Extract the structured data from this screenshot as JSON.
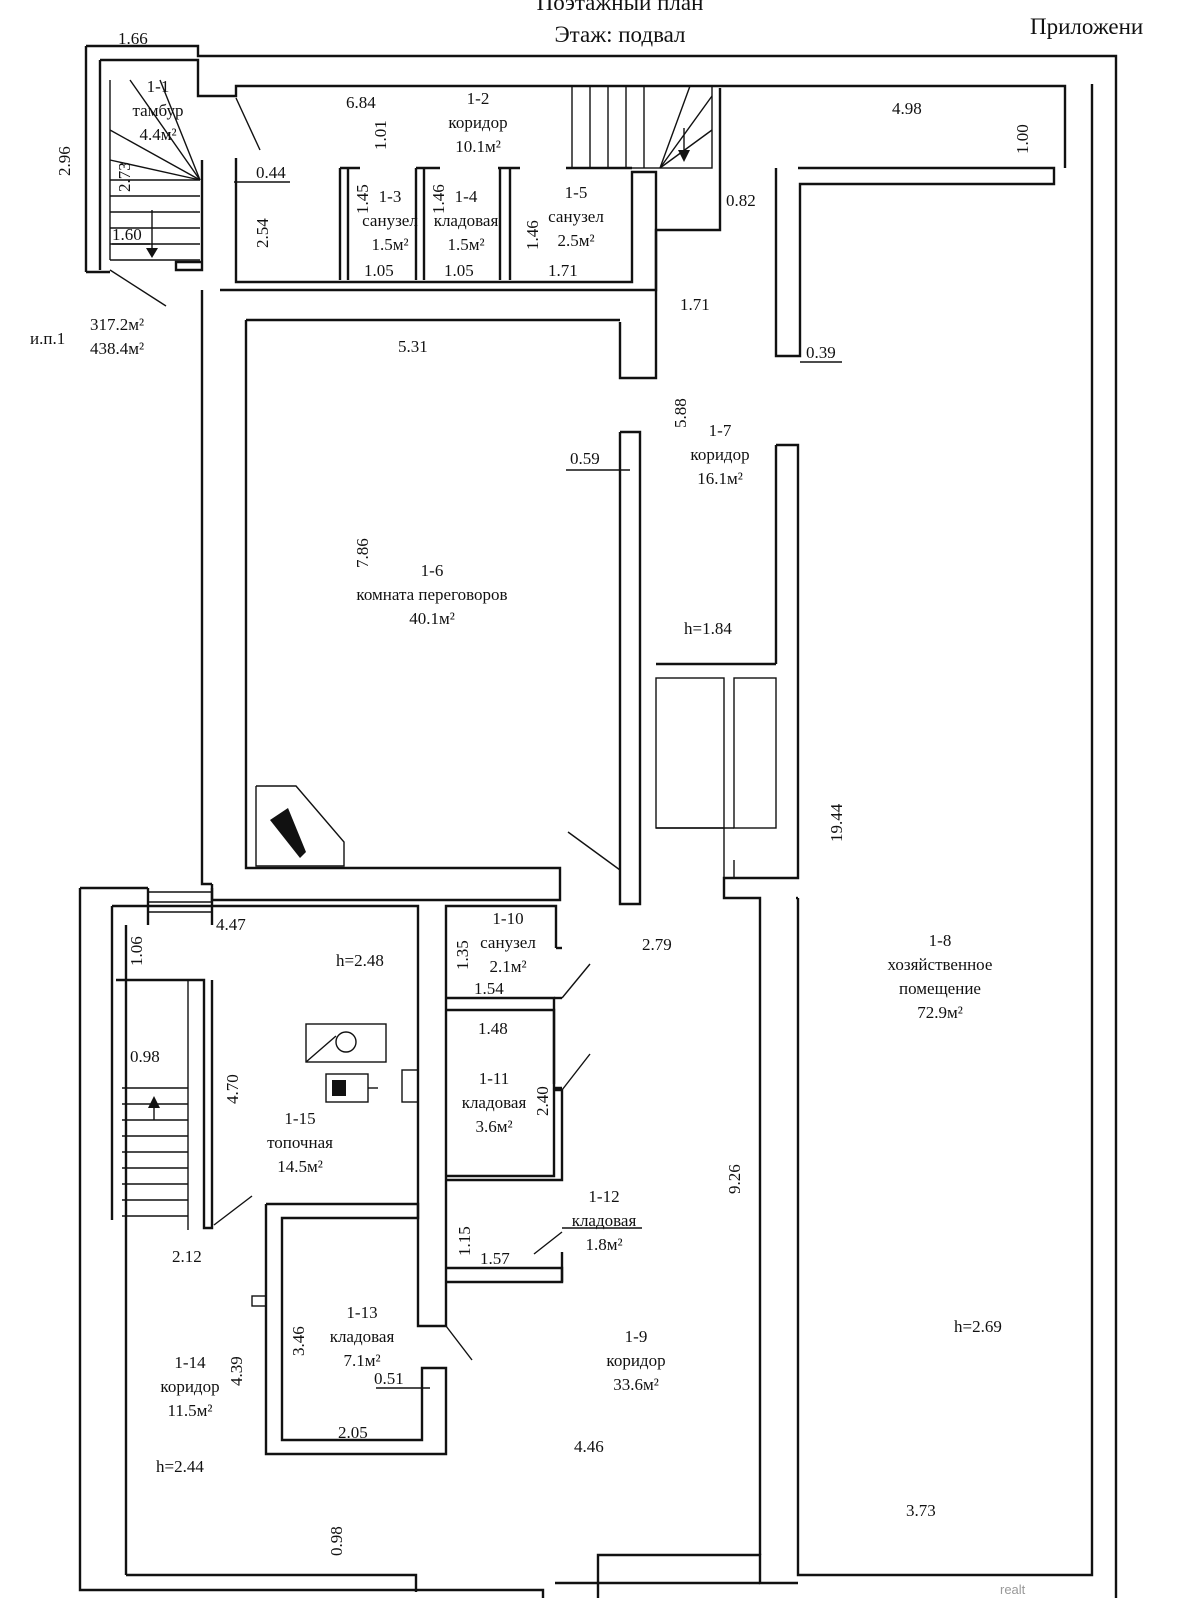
{
  "header": {
    "title": "Поэтажный план",
    "floor": "Этаж: подвал",
    "appendix": "Приложени"
  },
  "summary": {
    "ip": "и.п.1",
    "area1": "317.2м²",
    "area2": "438.4м²"
  },
  "rooms": [
    {
      "num": "1-1",
      "name": "тамбур",
      "area": "4.4м²"
    },
    {
      "num": "1-2",
      "name": "коридор",
      "area": "10.1м²"
    },
    {
      "num": "1-3",
      "name": "санузел",
      "area": "1.5м²"
    },
    {
      "num": "1-4",
      "name": "кладовая",
      "area": "1.5м²"
    },
    {
      "num": "1-5",
      "name": "санузел",
      "area": "2.5м²"
    },
    {
      "num": "1-6",
      "name": "комната переговоров",
      "area": "40.1м²"
    },
    {
      "num": "1-7",
      "name": "коридор",
      "area": "16.1м²"
    },
    {
      "num": "1-8",
      "name": "хозяйственное",
      "name2": "помещение",
      "area": "72.9м²"
    },
    {
      "num": "1-9",
      "name": "коридор",
      "area": "33.6м²"
    },
    {
      "num": "1-10",
      "name": "санузел",
      "area": "2.1м²"
    },
    {
      "num": "1-11",
      "name": "кладовая",
      "area": "3.6м²"
    },
    {
      "num": "1-12",
      "name": "кладовая",
      "area": "1.8м²"
    },
    {
      "num": "1-13",
      "name": "кладовая",
      "area": "7.1м²"
    },
    {
      "num": "1-14",
      "name": "коридор",
      "area": "11.5м²"
    },
    {
      "num": "1-15",
      "name": "топочная",
      "area": "14.5м²"
    }
  ],
  "heights": [
    "h=1.84",
    "h=2.69",
    "h=2.48",
    "h=2.44"
  ],
  "dims": [
    "1.66",
    "2.96",
    "2.73",
    "1.60",
    "6.84",
    "1.01",
    "0.44",
    "2.54",
    "1.45",
    "1.46",
    "1.46",
    "1.05",
    "1.05",
    "1.71",
    "4.98",
    "1.00",
    "0.82",
    "1.71",
    "0.39",
    "5.31",
    "5.88",
    "0.59",
    "7.86",
    "19.44",
    "4.47",
    "1.06",
    "1.35",
    "1.54",
    "1.48",
    "2.79",
    "0.98",
    "4.70",
    "2.40",
    "9.26",
    "2.12",
    "1.15",
    "1.57",
    "3.46",
    "4.39",
    "0.51",
    "2.05",
    "4.46",
    "0.98",
    "3.73"
  ],
  "watermark": "realt"
}
